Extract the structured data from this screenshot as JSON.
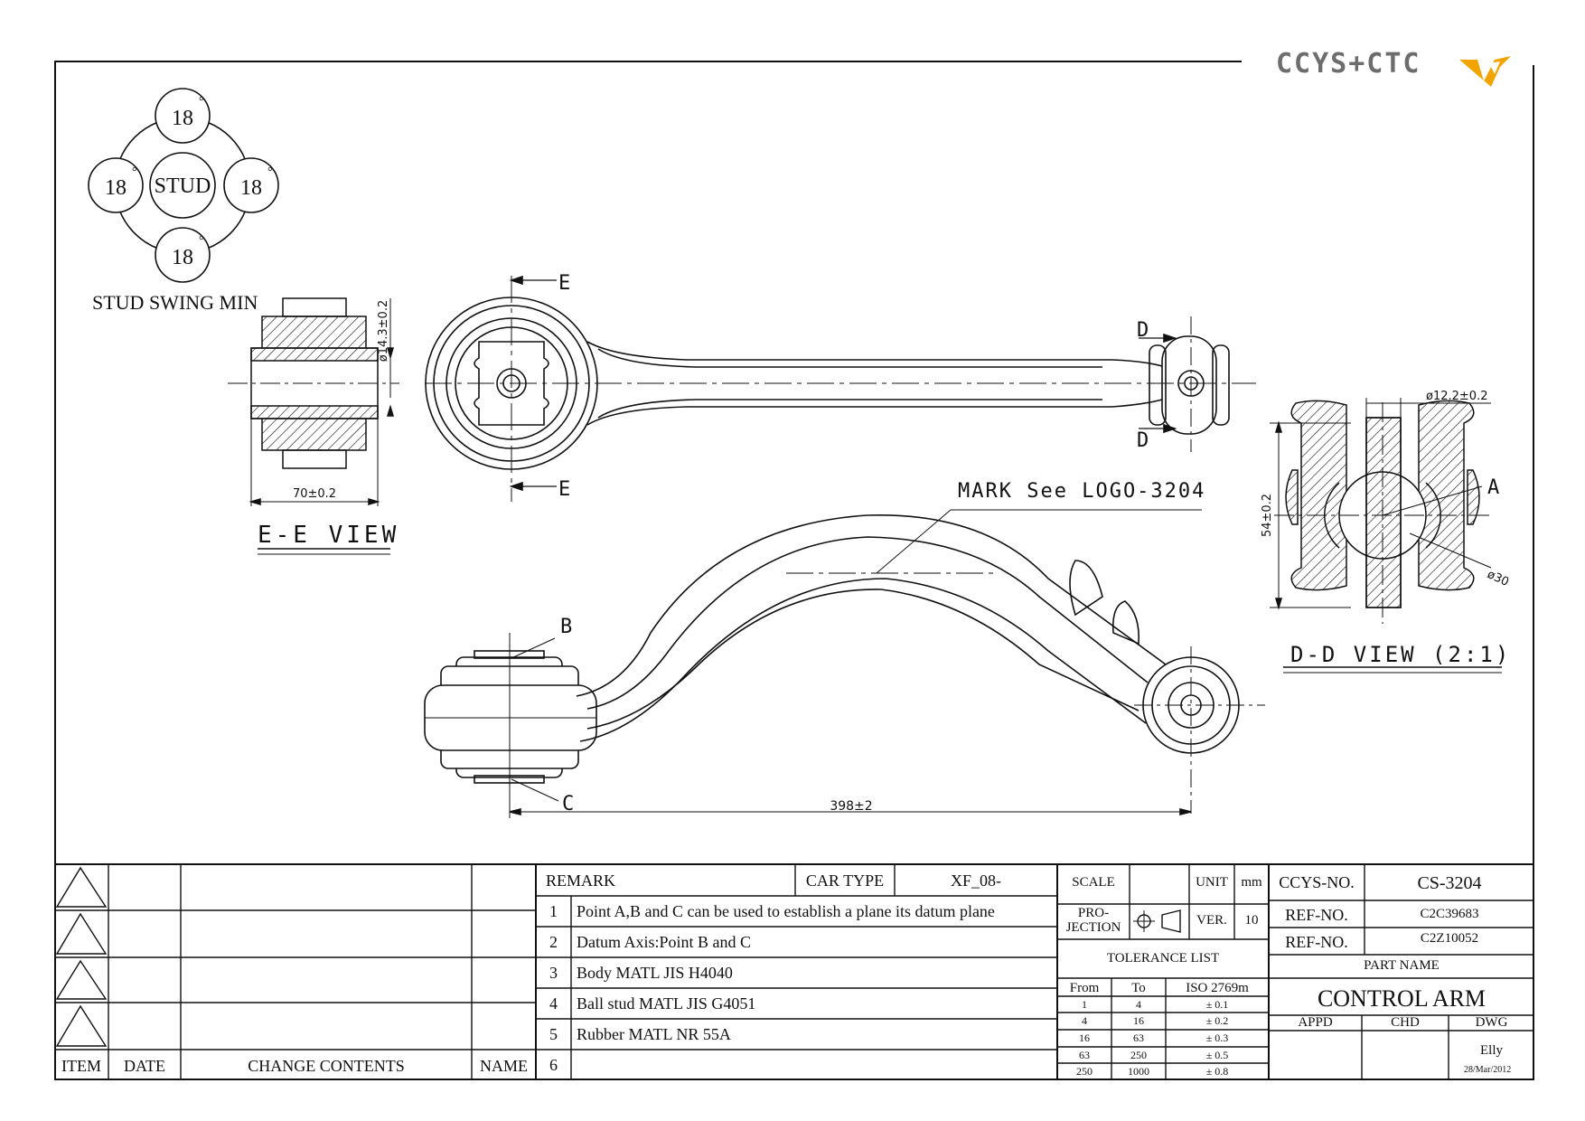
{
  "brand": {
    "logo_text": "CCYS+CTC"
  },
  "stud_swing": {
    "center_label": "STUD",
    "angles": [
      "18",
      "18",
      "18",
      "18"
    ],
    "degree_mark": "°",
    "caption": "STUD SWING MIN"
  },
  "ee_view": {
    "title": "E-E VIEW",
    "dim_width": "70±0.2",
    "dim_diameter": "ø14.3±0.2"
  },
  "top_view": {
    "section_e": "E",
    "section_d": "D"
  },
  "dd_view": {
    "title": "D-D VIEW (2:1)",
    "dim_height": "54±0.2",
    "dim_diameter": "ø12.2±0.2",
    "dim_ball": "ø30",
    "point_a": "A"
  },
  "front_view": {
    "point_b": "B",
    "point_c": "C",
    "dim_length": "398±2",
    "mark_note": "MARK See LOGO-3204"
  },
  "revision_table": {
    "headers": {
      "item": "ITEM",
      "date": "DATE",
      "change": "CHANGE CONTENTS",
      "name": "NAME"
    },
    "rows": [
      {},
      {},
      {},
      {}
    ]
  },
  "remark_table": {
    "remark_label": "REMARK",
    "car_type_label": "CAR TYPE",
    "car_type_value": "XF_08-",
    "items": [
      {
        "no": "1",
        "text": "Point A,B and C can be used to establish a plane its datum plane"
      },
      {
        "no": "2",
        "text": "Datum Axis:Point B and C"
      },
      {
        "no": "3",
        "text": "Body MATL JIS H4040"
      },
      {
        "no": "4",
        "text": "Ball stud MATL JIS G4051"
      },
      {
        "no": "5",
        "text": "Rubber MATL NR 55A"
      },
      {
        "no": "6",
        "text": ""
      }
    ]
  },
  "scale_block": {
    "scale_label": "SCALE",
    "scale_value": "",
    "unit_label": "UNIT",
    "unit_value": "mm",
    "projection_label_1": "PRO-",
    "projection_label_2": "JECTION",
    "ver_label": "VER.",
    "ver_value": "10"
  },
  "tolerance": {
    "title": "TOLERANCE LIST",
    "headers": [
      "From",
      "To",
      "ISO 2769m"
    ],
    "rows": [
      [
        "1",
        "4",
        "± 0.1"
      ],
      [
        "4",
        "16",
        "± 0.2"
      ],
      [
        "16",
        "63",
        "± 0.3"
      ],
      [
        "63",
        "250",
        "± 0.5"
      ],
      [
        "250",
        "1000",
        "± 0.8"
      ]
    ]
  },
  "title_block": {
    "ccys_label": "CCYS-NO.",
    "ccys_value": "CS-3204",
    "ref1_label": "REF-NO.",
    "ref1_value": "C2C39683",
    "ref2_label": "REF-NO.",
    "ref2_value": "C2Z10052",
    "part_name_label": "PART NAME",
    "part_name": "CONTROL ARM",
    "appd_label": "APPD",
    "chd_label": "CHD",
    "dwg_label": "DWG",
    "dwg_name": "Elly",
    "date": "28/Mar/2012"
  },
  "colors": {
    "line": "#111111",
    "logo_gray": "#6d6d6d",
    "logo_orange": "#f2a400"
  }
}
